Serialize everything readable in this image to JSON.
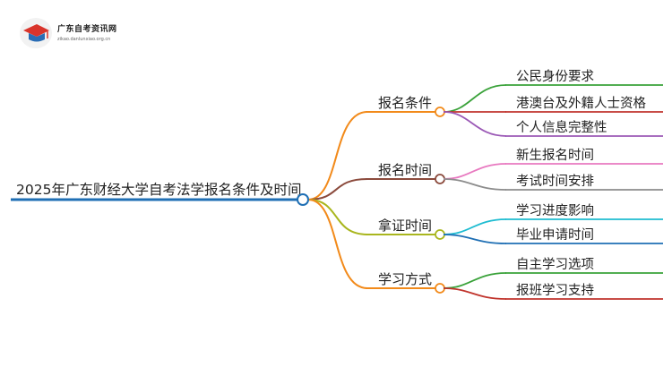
{
  "logo": {
    "site_name": "广东自考资讯网",
    "domain": "zikao.danlunxiao.org.cn"
  },
  "root": {
    "label": "2025年广东财经大学自考法学报名条件及时间",
    "color": "#1f6fb4"
  },
  "branches": [
    {
      "label": "报名条件",
      "color": "#f28a1a",
      "children": [
        {
          "label": "公民身份要求",
          "color": "#3aa23a"
        },
        {
          "label": "港澳台及外籍人士资格",
          "color": "#c0332b"
        },
        {
          "label": "个人信息完整性",
          "color": "#9b59b6"
        }
      ]
    },
    {
      "label": "报名时间",
      "color": "#8b4a3c",
      "children": [
        {
          "label": "新生报名时间",
          "color": "#e879c0"
        },
        {
          "label": "考试时间安排",
          "color": "#8c8c8c"
        }
      ]
    },
    {
      "label": "拿证时间",
      "color": "#a9b61e",
      "children": [
        {
          "label": "学习进度影响",
          "color": "#1ebcd1"
        },
        {
          "label": "毕业申请时间",
          "color": "#1f6fb4"
        }
      ]
    },
    {
      "label": "学习方式",
      "color": "#f28a1a",
      "children": [
        {
          "label": "自主学习选项",
          "color": "#3aa23a"
        },
        {
          "label": "报班学习支持",
          "color": "#c0332b"
        }
      ]
    }
  ]
}
